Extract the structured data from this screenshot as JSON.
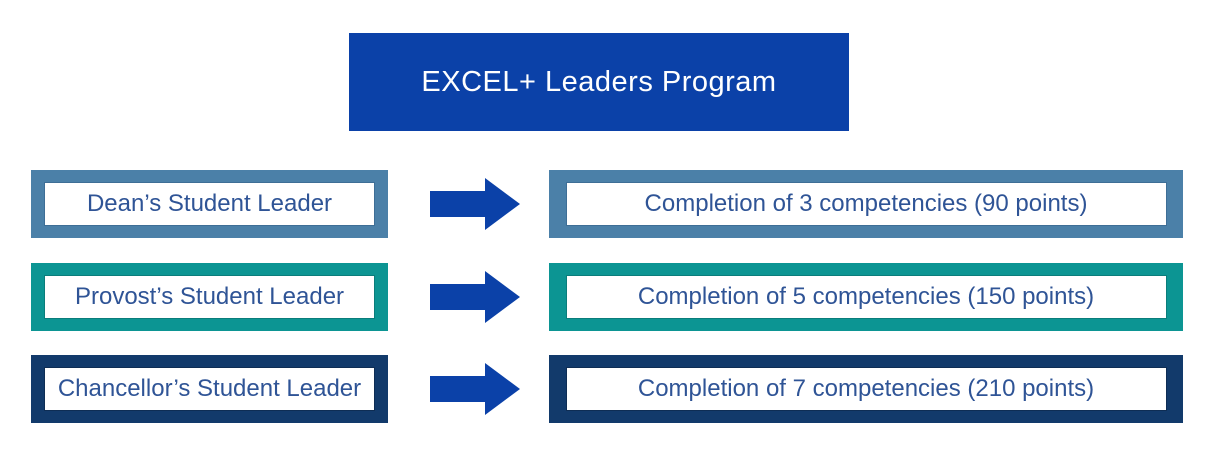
{
  "title": {
    "label": "EXCEL+ Leaders Program"
  },
  "colors": {
    "title_bg": "#0B41A8",
    "title_text": "#FFFFFF",
    "arrow": "#0B41A8",
    "box_text": "#2F5496",
    "inner_box_bg": "#FFFFFF"
  },
  "rows": [
    {
      "level": "Dean’s Student Leader",
      "requirement": "Completion of 3 competencies (90 points)",
      "fill": "#4B80A8",
      "inner_border": "#3E6E96"
    },
    {
      "level": "Provost’s Student Leader",
      "requirement": "Completion of 5 competencies (150 points)",
      "fill": "#0C9593",
      "inner_border": "#0A7D7B"
    },
    {
      "level": "Chancellor’s Student Leader",
      "requirement": "Completion of 7 competencies (210 points)",
      "fill": "#123A6B",
      "inner_border": "#0E2D54"
    }
  ]
}
